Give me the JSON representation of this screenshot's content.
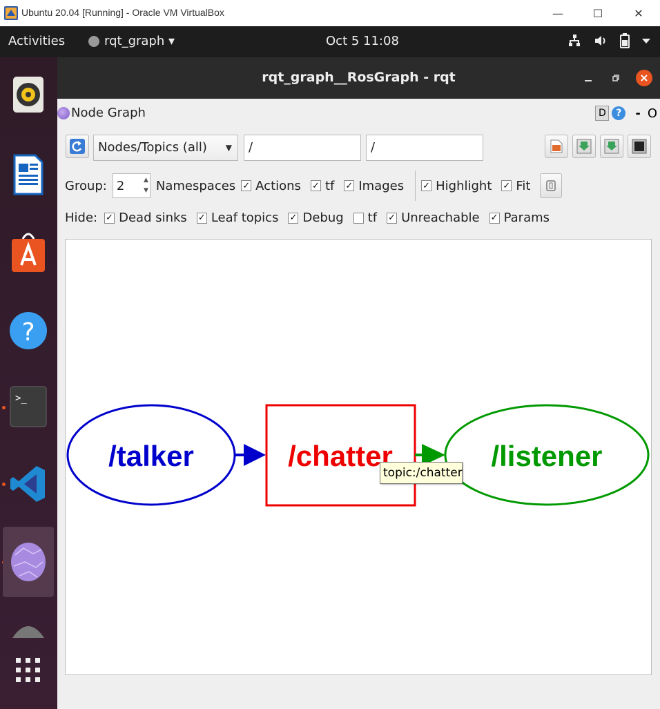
{
  "host_window": {
    "title": "Ubuntu 20.04 [Running] - Oracle VM VirtualBox",
    "minimize": "—",
    "maximize": "☐",
    "close": "✕"
  },
  "top_bar": {
    "activities": "Activities",
    "app_name": "rqt_graph ▾",
    "clock": "Oct 5  11:08",
    "tray": {
      "network": "⧉",
      "volume": "🔊",
      "battery": "▮",
      "menu": "▾"
    }
  },
  "dock": {
    "items": [
      "rhythmbox-icon",
      "writer-icon",
      "software-icon",
      "help-icon",
      "terminal-icon",
      "vscode-icon",
      "rqt-icon",
      "disk-icon",
      "app-grid-icon"
    ]
  },
  "rqt_window": {
    "title": "rqt_graph__RosGraph - rqt",
    "plugin_title": "Node Graph",
    "plugin_controls": {
      "d": "D",
      "help": "?",
      "dash": "-",
      "o": "O"
    },
    "toolbar": {
      "mode_select": "Nodes/Topics (all)",
      "node_filter": "/",
      "topic_filter": "/"
    },
    "options": {
      "group_label": "Group:",
      "group_value": "2",
      "namespaces": "Namespaces",
      "actions": "Actions",
      "tf": "tf",
      "images": "Images",
      "highlight": "Highlight",
      "fit": "Fit",
      "check": "✓"
    },
    "hide": {
      "label": "Hide:",
      "dead_sinks": "Dead sinks",
      "leaf_topics": "Leaf topics",
      "debug": "Debug",
      "tf": "tf",
      "unreachable": "Unreachable",
      "params": "Params",
      "check": "✓"
    },
    "graph": {
      "talker": "/talker",
      "chatter": "/chatter",
      "listener": "/listener",
      "tooltip": "topic:/chatter",
      "colors": {
        "talker": "#0000cc",
        "chatter": "#ee0000",
        "listener": "#009900"
      }
    }
  }
}
